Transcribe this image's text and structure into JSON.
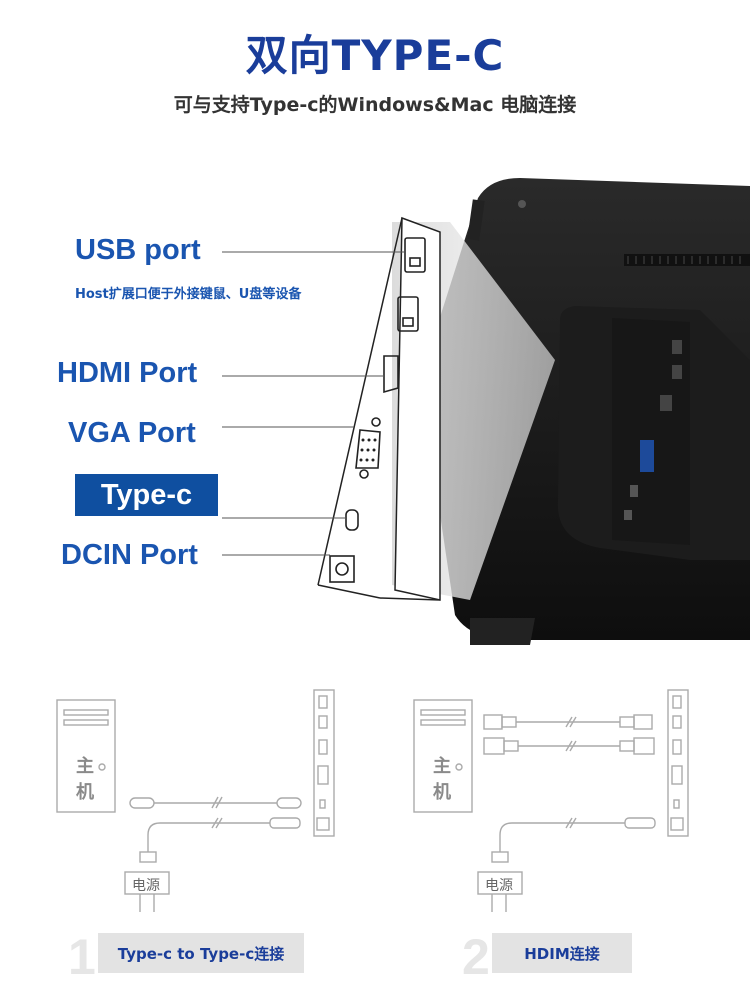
{
  "header": {
    "title": "双向TYPE-C",
    "subtitle": "可与支持Type-c的Windows&Mac 电脑连接"
  },
  "ports": {
    "usb": "USB port",
    "usb_note": "Host扩展口便于外接键鼠、U盘等设备",
    "hdmi": "HDMI Port",
    "vga": "VGA Port",
    "typec": "Type-c",
    "dcin": "DCIN Port"
  },
  "diagrams": [
    {
      "number": "1",
      "caption": "Type-c to Type-c连接",
      "host_line1": "主",
      "host_line2": "机",
      "power_label": "电源"
    },
    {
      "number": "2",
      "caption": "HDIM连接",
      "host_line1": "主",
      "host_line2": "机",
      "power_label": "电源"
    }
  ],
  "colors": {
    "accent": "#1a55b0",
    "title": "#1a3d9a",
    "box": "#0f4fa0"
  }
}
